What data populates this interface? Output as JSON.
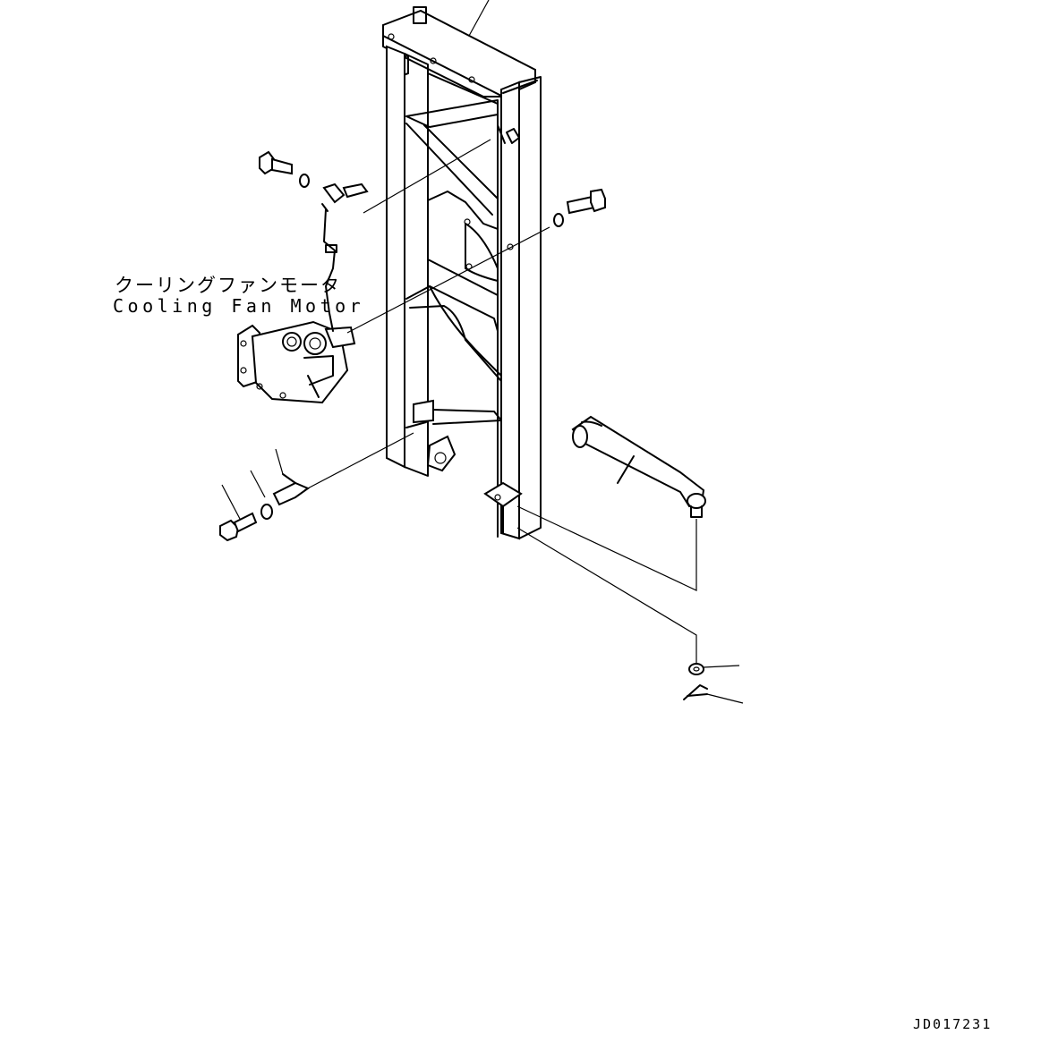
{
  "diagram": {
    "label_jp": "クーリングファンモータ",
    "label_en": "Cooling Fan Motor",
    "doc_id": "JD017231"
  },
  "colors": {
    "line": "#000000",
    "background": "#ffffff"
  }
}
